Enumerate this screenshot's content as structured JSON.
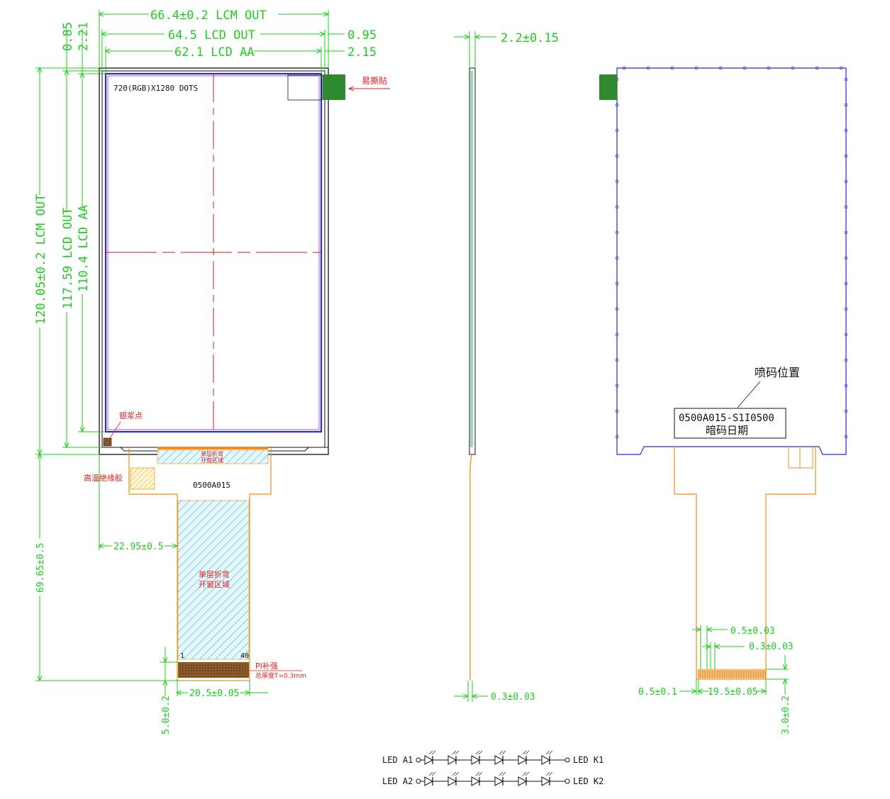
{
  "title_block": null,
  "front_view": {
    "dim_lcm_out_width": "66.4±0.2 LCM OUT",
    "dim_lcd_out_width": "64.5 LCD OUT",
    "dim_lcd_aa_width": "62.1 LCD AA",
    "dim_right_095": "0.95",
    "dim_right_215": "2.15",
    "dim_top_085": "0.85",
    "dim_top_221": "2.21",
    "dim_lcm_out_height": "120.05±0.2 LCM OUT",
    "dim_lcd_out_height": "117.59 LCD OUT",
    "dim_lcd_aa_height": "110.4 LCD AA",
    "dim_fpc_length": "69.65±0.5",
    "dim_fpc_offset": "22.95±0.5",
    "dim_fpc_width": "20.5±0.05",
    "dim_stiffener": "5.0±0.2",
    "resolution": "720(RGB)X1280 DOTS",
    "easy_tear_label": "易撕贴",
    "silver_paste_label": "银浆点",
    "hi_temp_tape_label": "高温绝缘胶",
    "fpc_part_no": "0500A015",
    "bend_area_small_1": "单层折弯",
    "bend_area_small_2": "开窗区域",
    "bend_area_1": "单层折弯",
    "bend_area_2": "开窗区域",
    "pin_first": "1",
    "pin_last": "40",
    "pi_stiffener": "PI补强",
    "total_thickness": "总厚度T=0.3mm"
  },
  "side_view": {
    "dim_thickness": "2.2±0.15",
    "dim_fpc_thickness": "0.3±0.03"
  },
  "back_view": {
    "code_position_label": "喷码位置",
    "code_text": "0500A015-S1I0500",
    "code_date": "暗码日期",
    "dim_pitch": "0.5±0.03",
    "dim_pad": "0.3±0.03",
    "dim_edge": "0.5±0.1",
    "dim_pins_span": "19.5±0.05",
    "dim_finger": "3.0±0.2"
  },
  "led_circuit": {
    "row1_anode": "LED A1",
    "row1_cathode": "LED K1",
    "row2_anode": "LED A2",
    "row2_cathode": "LED K2",
    "leds_per_string": 6
  },
  "colors": {
    "dimension": "#1ecb1e",
    "outline": "#111111",
    "active_area": "#2b2bc8",
    "centerline": "#d01818",
    "fpc": "#e8901a",
    "bend_hatch": "#29b6d8",
    "gold_finger": "#f08a1c",
    "tape": "#2f8a2f"
  }
}
